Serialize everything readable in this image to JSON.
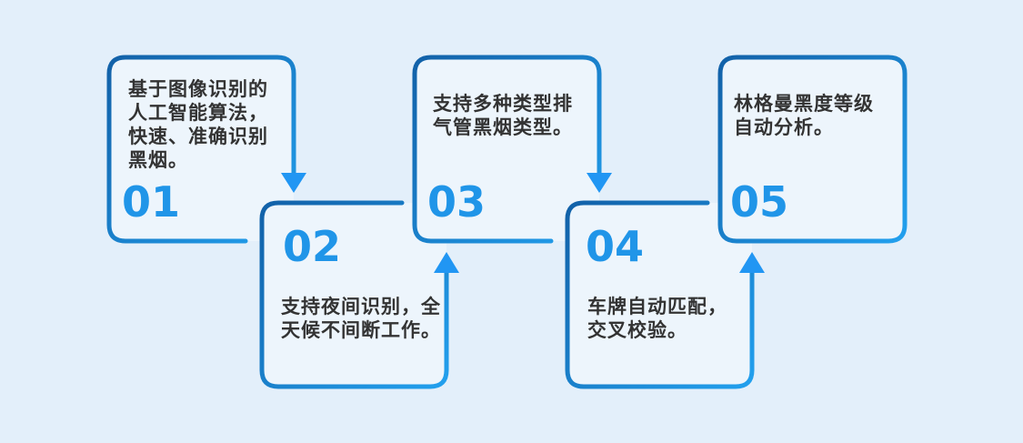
{
  "diagram": {
    "description_lang": "zh",
    "steps": [
      {
        "number": "01",
        "lines": [
          "基于图像识别的",
          "人工智能算法，",
          "快速、准确识别",
          "黑烟。"
        ]
      },
      {
        "number": "02",
        "lines": [
          "支持夜间识别，全",
          "天候不间断工作。"
        ]
      },
      {
        "number": "03",
        "lines": [
          "支持多种类型排",
          "气管黑烟类型。"
        ]
      },
      {
        "number": "04",
        "lines": [
          "车牌自动匹配，",
          "交叉校验。"
        ]
      },
      {
        "number": "05",
        "lines": [
          "林格曼黑度等级",
          "自动分析。"
        ]
      }
    ],
    "arrows": [
      {
        "from": "01",
        "to": "02",
        "direction": "down"
      },
      {
        "from": "02",
        "to": "03",
        "direction": "up"
      },
      {
        "from": "03",
        "to": "04",
        "direction": "down"
      },
      {
        "from": "04",
        "to": "05",
        "direction": "up"
      }
    ]
  },
  "colors": {
    "page_bg": "#E3EFFA",
    "box_fill": "#EDF5FC",
    "border_gradient_start": "#1261A8",
    "border_gradient_end": "#22A0EE",
    "arrow": "#2196F3",
    "number": "#2095E8",
    "text": "#333333"
  }
}
